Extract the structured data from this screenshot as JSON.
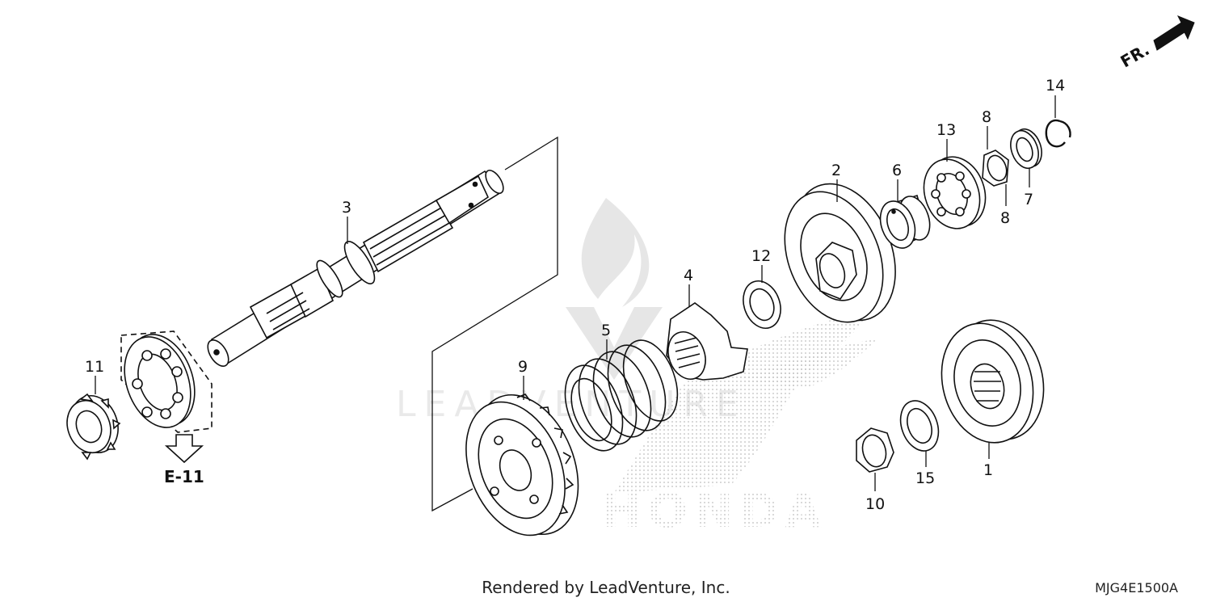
{
  "diagram": {
    "direction_label": "FR.",
    "reference_label": "E-11",
    "part_numbers": [
      "1",
      "2",
      "3",
      "4",
      "5",
      "6",
      "7",
      "8",
      "8",
      "9",
      "10",
      "11",
      "12",
      "13",
      "14",
      "15"
    ],
    "credit": "Rendered by LeadVenture, Inc.",
    "drawing_code": "MJG4E1500A",
    "watermark_text": "LEADVENTURE",
    "logo_text": "HONDA"
  }
}
